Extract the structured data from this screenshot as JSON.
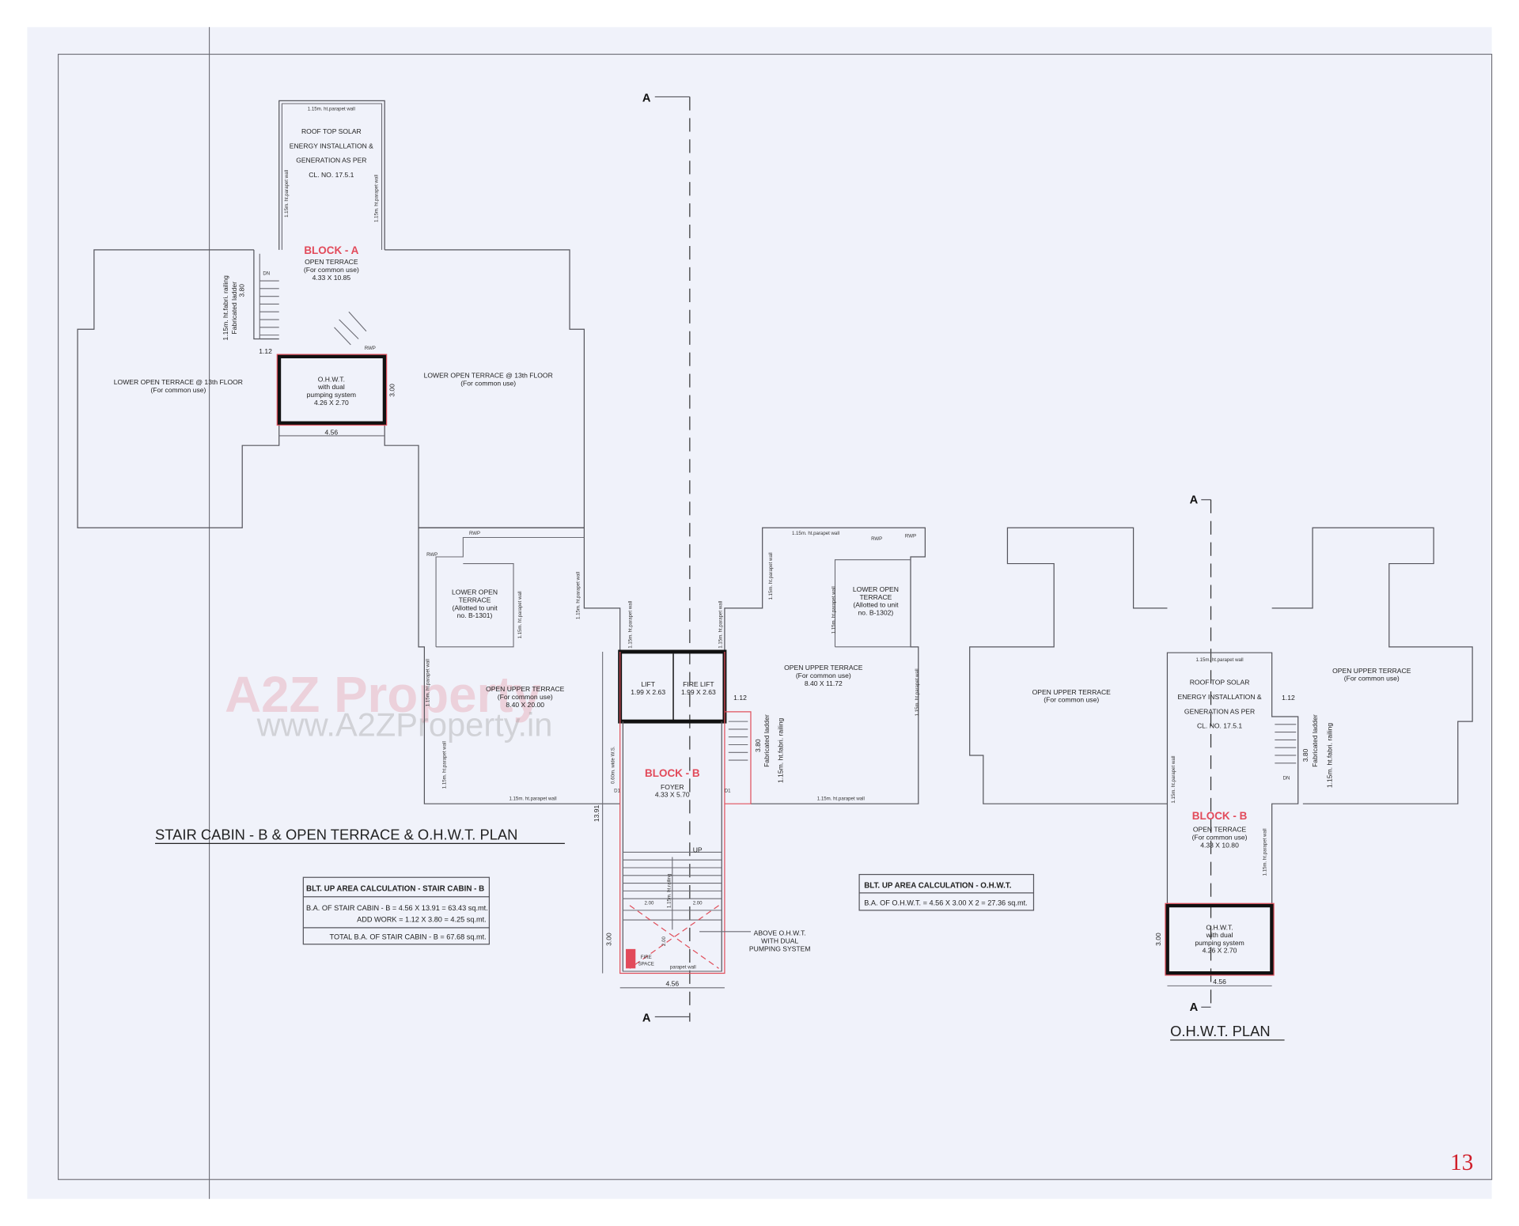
{
  "page_number": "13",
  "watermark": {
    "logo": "A2Z Property",
    "url": "www.A2ZProperty.in"
  },
  "section_marker": "A",
  "block_a": {
    "top_wall": "1.15m. ht.parapet wall",
    "side_wall": "1.15m. ht.parapet wall",
    "solar": [
      "ROOF TOP SOLAR",
      "ENERGY INSTALLATION &",
      "GENERATION AS PER",
      "CL. NO. 17.5.1"
    ],
    "block_title": "BLOCK - A",
    "terrace": "OPEN TERRACE",
    "use": "(For common use)",
    "size": "4.33 X 10.85",
    "railing": "1.15m. ht.fabri. railing",
    "ladder": "Fabricated ladder",
    "ladder_len": "3.80",
    "dn": "DN",
    "rwp": "RWP",
    "dim_ladder_w": "1.12",
    "ohwt": [
      "O.H.W.T.",
      "with dual",
      "pumping system",
      "4.26 X 2.70"
    ],
    "ohwt_h": "3.00",
    "ohwt_w": "4.56",
    "lower_terrace": "LOWER OPEN TERRACE @ 13th FLOOR",
    "lower_use": "(For common use)"
  },
  "block_b": {
    "wall": "1.15m. ht.parapet wall",
    "rwp": "RWP",
    "lower_left": [
      "LOWER OPEN",
      "TERRACE",
      "(Allotted to unit",
      "no. B-1301)"
    ],
    "lower_right": [
      "LOWER OPEN",
      "TERRACE",
      "(Allotted to unit",
      "no. B-1302)"
    ],
    "upper_left": [
      "OPEN UPPER TERRACE",
      "(For common use)",
      "8.40 X 20.00"
    ],
    "upper_right": [
      "OPEN UPPER TERRACE",
      "(For common use)",
      "8.40 X 11.72"
    ],
    "lift": [
      "LIFT",
      "1.99 X 2.63"
    ],
    "fire_lift": [
      "FIRE LIFT",
      "1.99 X 2.63"
    ],
    "dim_ladder_w": "1.12",
    "ladder": "Fabricated ladder",
    "railing": "1.15m. ht.fabri. railing",
    "ladder_len": "3.80",
    "ws": "0.60m. wide W.S.",
    "block_title": "BLOCK - B",
    "foyer": [
      "FOYER",
      "4.33 X 5.70"
    ],
    "door": "D1",
    "total_len": "13.91",
    "up": "UP",
    "stair_railing": "1.15m. ht.railing",
    "dim_200a": "2.00",
    "dim_200b": "2.00",
    "dim_200c": "2.00",
    "dim_300": "3.00",
    "dim_456": "4.56",
    "fire_space": [
      "FIRE",
      "SPACE"
    ],
    "parapet": "parapet wall",
    "above_ohwt": [
      "ABOVE O.H.W.T.",
      "WITH DUAL",
      "PUMPING SYSTEM"
    ]
  },
  "plan_title": "STAIR CABIN - B & OPEN TERRACE & O.H.W.T. PLAN",
  "table_stair": {
    "header": "BLT. UP AREA CALCULATION - STAIR CABIN - B",
    "rows": [
      "B.A. OF STAIR CABIN - B = 4.56 X 13.91 = 63.43 sq.mt.",
      "ADD WORK = 1.12 X 3.80  = 4.25 sq.mt."
    ],
    "total": "TOTAL B.A. OF STAIR CABIN - B = 67.68 sq.mt."
  },
  "table_ohwt": {
    "header": "BLT. UP AREA  CALCULATION - O.H.W.T.",
    "row": "B.A. OF O.H.W.T. = 4.56 X 3.00 X 2 = 27.36 sq.mt."
  },
  "ohwt_plan": {
    "title": "O.H.W.T. PLAN",
    "top_wall": "1.15m. ht.parapet wall",
    "side_wall": "1.15m. ht.parapet wall",
    "solar": [
      "ROOF TOP SOLAR",
      "ENERGY INSTALLATION &",
      "GENERATION AS PER",
      "CL. NO. 17.5.1"
    ],
    "upper": [
      "OPEN UPPER TERRACE",
      "(For common use)"
    ],
    "block_title": "BLOCK - B",
    "terrace": "OPEN TERRACE",
    "use": "(For common use)",
    "size": "4.33 X 10.80",
    "dim_ladder_w": "1.12",
    "ladder": "Fabricated ladder",
    "railing": "1.15m. ht.fabri. railing",
    "ladder_len": "3.80",
    "dn": "DN",
    "ohwt": [
      "O.H.W.T.",
      "with dual",
      "pumping system",
      "4.26 X 2.70"
    ],
    "ohwt_h": "3.00",
    "ohwt_w": "4.56"
  },
  "colors": {
    "paper": "#f0f2fa",
    "line": "#6b6b73",
    "accent_red": "#e24a5a",
    "page_number": "#d01f2a"
  }
}
